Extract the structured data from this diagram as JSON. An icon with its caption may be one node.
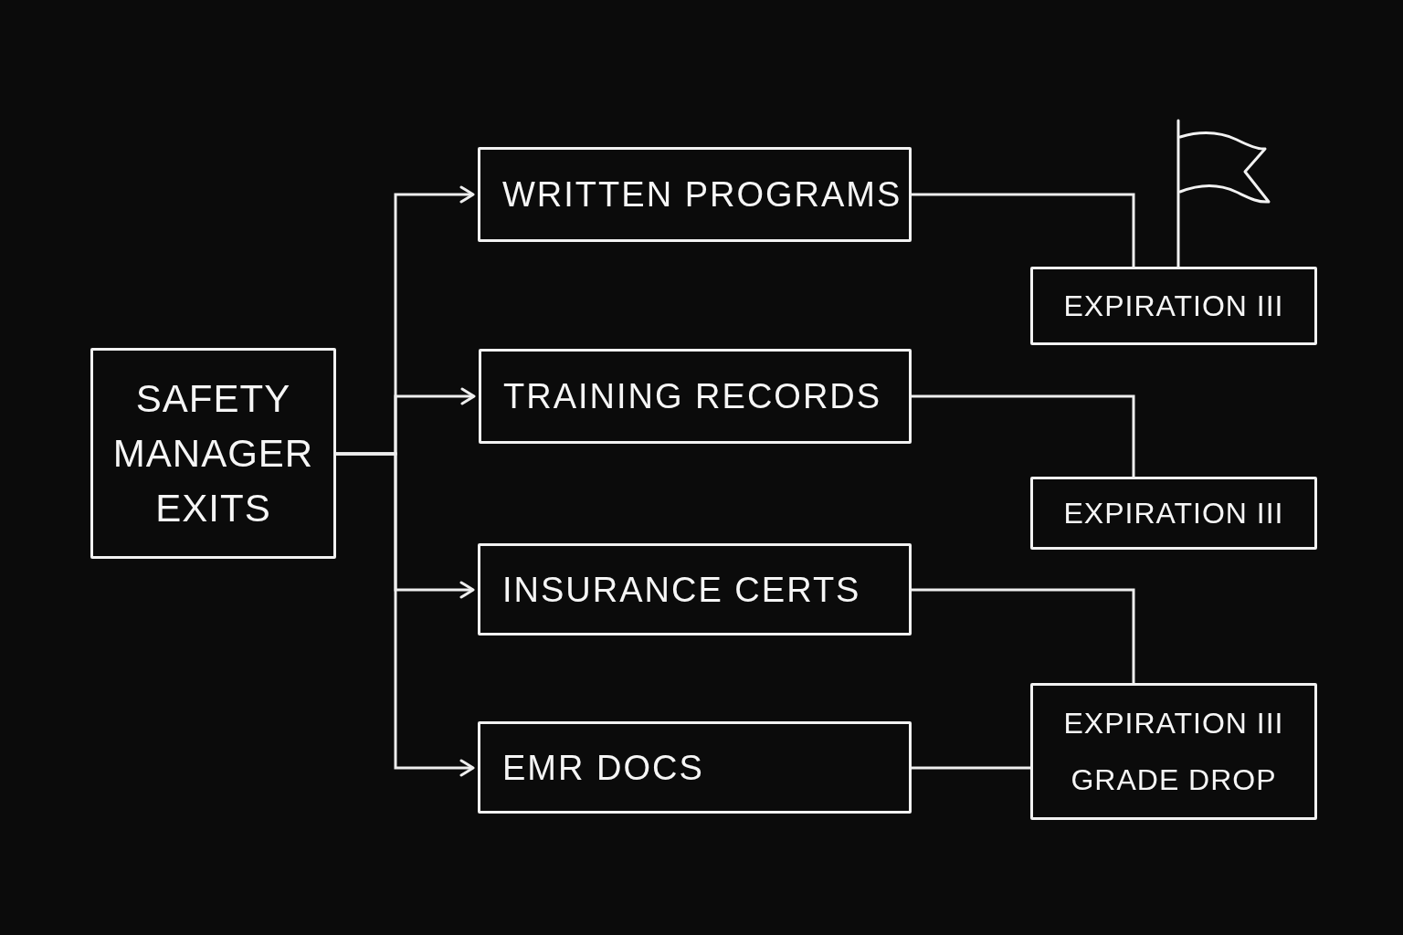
{
  "diagram": {
    "nodes": [
      {
        "text": [
          "SAFETY MANAGER EXITS"
        ]
      },
      {
        "text": [
          "WRITTEN PROGRAMS"
        ]
      },
      {
        "text": [
          "TRAINING RECORDS"
        ]
      },
      {
        "text": [
          "INSURANCE CERTS"
        ]
      },
      {
        "text": [
          "EMR DOCS"
        ]
      },
      {
        "text": [
          "EXPIRATION III"
        ]
      },
      {
        "text": [
          "EXPIRATION III"
        ]
      },
      {
        "text": [
          "EXPIRATION III",
          "GRADE DROP"
        ]
      }
    ],
    "edges": [
      {
        "from": 0,
        "to": 1,
        "arrow": "to"
      },
      {
        "from": 0,
        "to": 2,
        "arrow": "to"
      },
      {
        "from": 0,
        "to": 3,
        "arrow": "to"
      },
      {
        "from": 0,
        "to": 4,
        "arrow": "to"
      },
      {
        "from": 1,
        "to": 5,
        "arrow": "none"
      },
      {
        "from": 2,
        "to": 6,
        "arrow": "none"
      },
      {
        "from": 3,
        "to": 7,
        "arrow": "none"
      },
      {
        "from": 4,
        "to": 7,
        "arrow": "none"
      }
    ]
  }
}
